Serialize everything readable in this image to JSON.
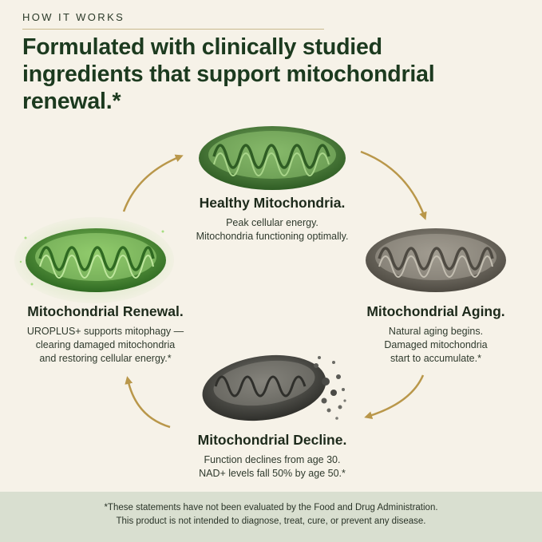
{
  "header": {
    "eyebrow": "HOW IT WORKS",
    "title": "Formulated with clinically studied ingredients that support mitochondrial renewal.*"
  },
  "stages": {
    "healthy": {
      "title": "Healthy Mitochondria.",
      "lines": [
        "Peak cellular energy.",
        "Mitochondria functioning optimally."
      ]
    },
    "aging": {
      "title": "Mitochondrial Aging.",
      "lines": [
        "Natural aging begins.",
        "Damaged mitochondria",
        "start to accumulate.*"
      ]
    },
    "decline": {
      "title": "Mitochondrial Decline.",
      "lines": [
        "Function declines from age 30.",
        "NAD+ levels fall 50% by age 50.*"
      ]
    },
    "renewal": {
      "title": "Mitochondrial Renewal.",
      "lines": [
        "UROPLUS+ supports mitophagy —",
        "clearing damaged mitochondria",
        "and restoring cellular energy.*"
      ]
    }
  },
  "footer": {
    "line1": "*These statements have not been evaluated by the Food and Drug Administration.",
    "line2": "This product is not intended to diagnose, treat, cure, or prevent any disease."
  },
  "colors": {
    "accent_arrow": "#b9974a",
    "healthy_green": "#4f8a3c",
    "aging_gray": "#6f6a60",
    "decline_dark": "#4a4a46",
    "footer_bg": "#d9dfd0"
  }
}
